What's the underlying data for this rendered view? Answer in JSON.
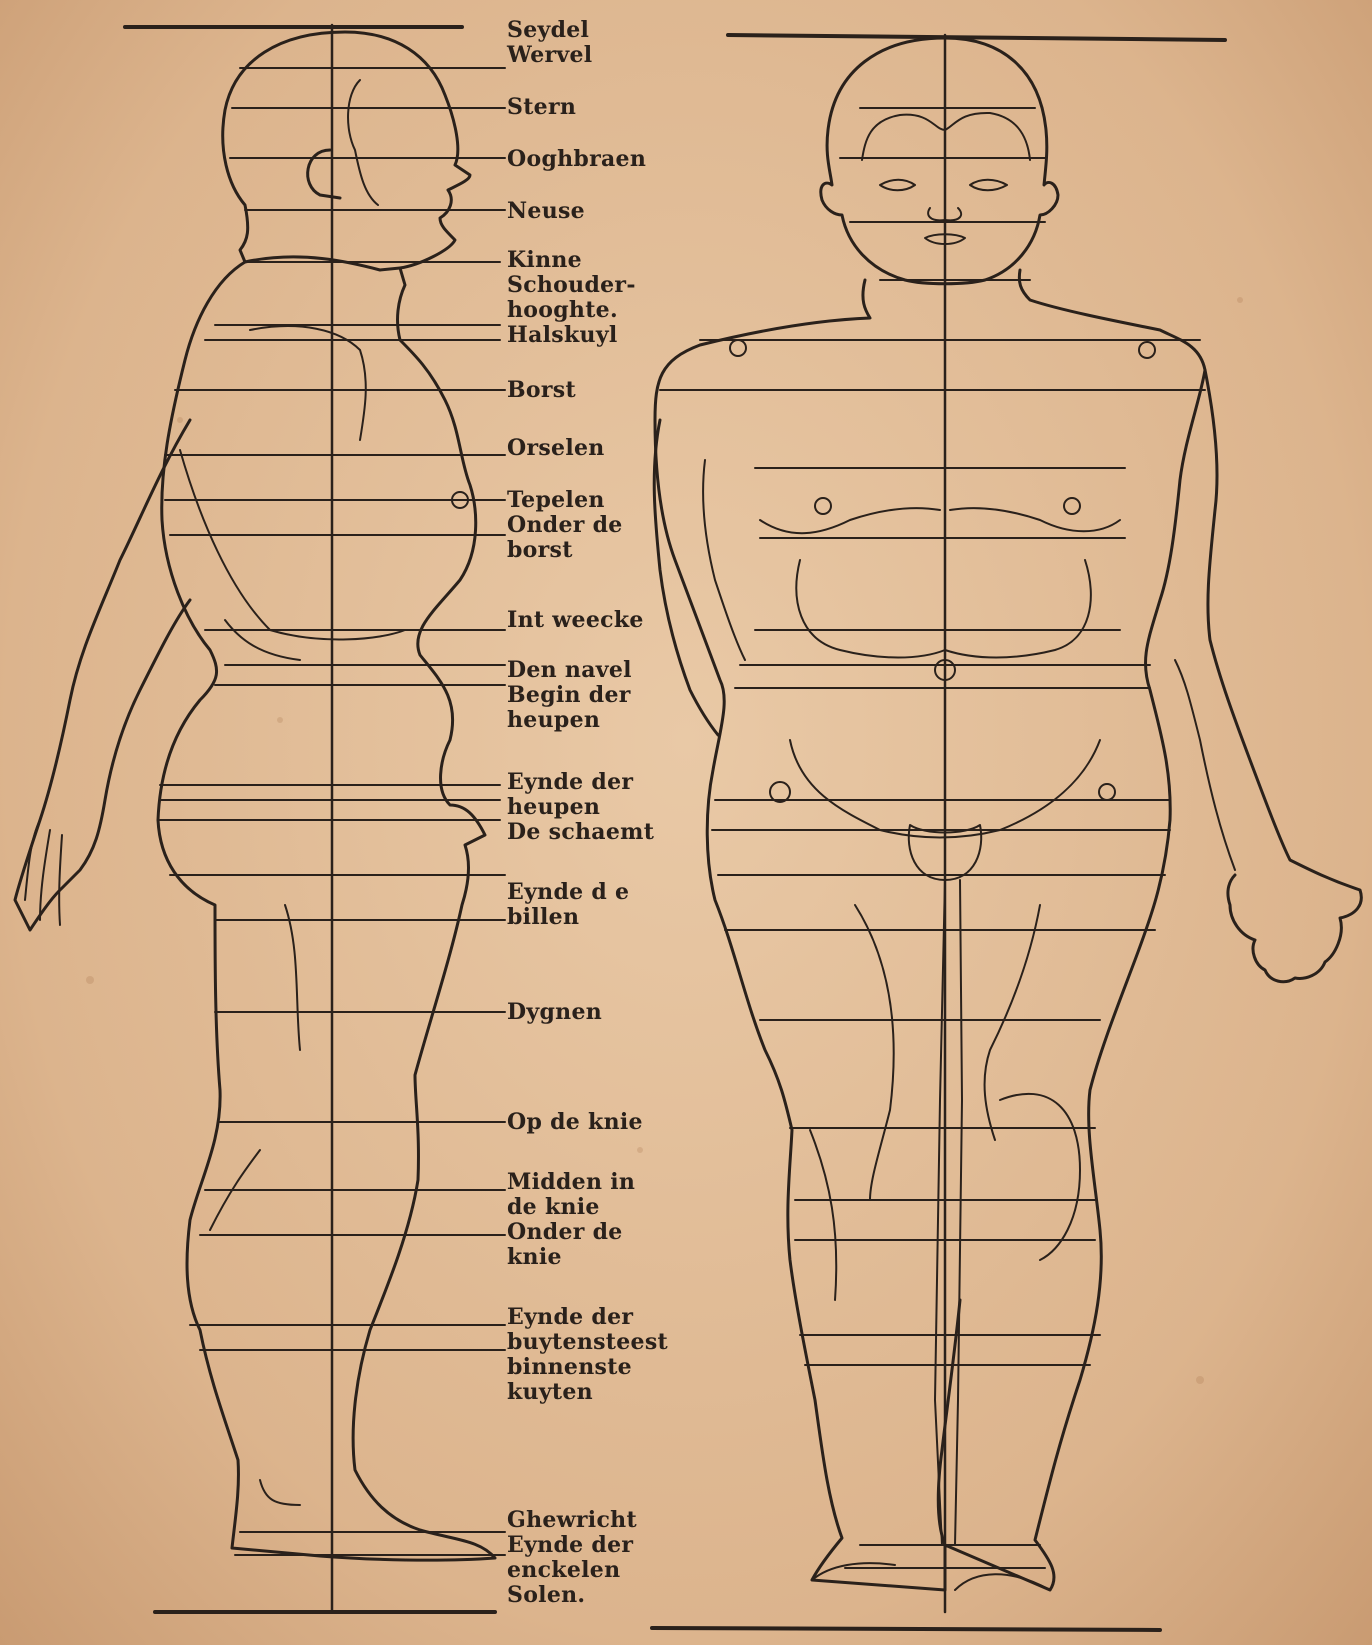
{
  "plate": {
    "ink_color": "#2a211b",
    "paper_color": "#e2bf9a",
    "labels": [
      "Seydel\nWervel",
      "Stern",
      "Ooghbraen",
      "Neuse",
      "Kinne\nSchouder-\nhooghte.\nHalskuyl",
      "Borst",
      "Orselen",
      "Tepelen\nOnder de\nborst",
      "Int weecke",
      "Den navel\nBegin der\nheupen",
      "Eynde der\nheupen\nDe schaemt",
      "Eynde d e\nbillen",
      "Dygnen",
      "Op de knie",
      "Midden in\nde knie\nOnder de\nknie",
      "Eynde der\nbuytensteest\nbinnenste\nkuyten",
      "Ghewricht\nEynde der\nenckelen\nSolen."
    ]
  }
}
